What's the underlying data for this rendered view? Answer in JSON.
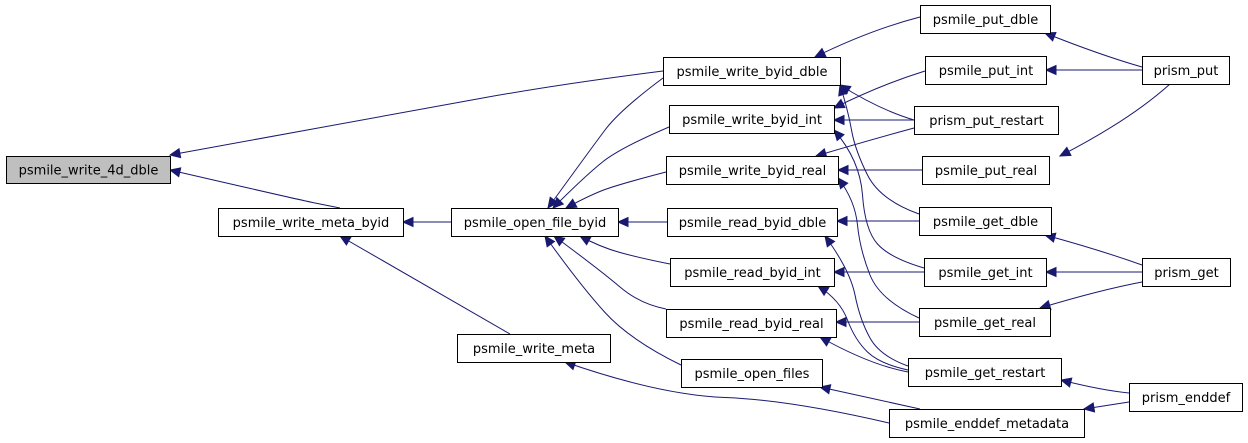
{
  "graph": {
    "edge_color": "#191970",
    "root_fill": "#bfbfbf",
    "nodes": [
      {
        "id": "n0",
        "label": "psmile_write_4d_dble"
      },
      {
        "id": "n1",
        "label": "psmile_write_meta_byid"
      },
      {
        "id": "n2",
        "label": "psmile_open_file_byid"
      },
      {
        "id": "n3",
        "label": "psmile_write_meta"
      },
      {
        "id": "n4",
        "label": "psmile_write_byid_dble"
      },
      {
        "id": "n5",
        "label": "psmile_write_byid_int"
      },
      {
        "id": "n6",
        "label": "psmile_write_byid_real"
      },
      {
        "id": "n7",
        "label": "psmile_read_byid_dble"
      },
      {
        "id": "n8",
        "label": "psmile_read_byid_int"
      },
      {
        "id": "n9",
        "label": "psmile_read_byid_real"
      },
      {
        "id": "n10",
        "label": "psmile_open_files"
      },
      {
        "id": "n11",
        "label": "psmile_put_dble"
      },
      {
        "id": "n12",
        "label": "psmile_put_int"
      },
      {
        "id": "n13",
        "label": "prism_put_restart"
      },
      {
        "id": "n14",
        "label": "psmile_put_real"
      },
      {
        "id": "n15",
        "label": "psmile_get_dble"
      },
      {
        "id": "n16",
        "label": "psmile_get_int"
      },
      {
        "id": "n17",
        "label": "psmile_get_real"
      },
      {
        "id": "n18",
        "label": "psmile_get_restart"
      },
      {
        "id": "n19",
        "label": "psmile_enddef_metadata"
      },
      {
        "id": "n20",
        "label": "prism_put"
      },
      {
        "id": "n21",
        "label": "prism_get"
      },
      {
        "id": "n22",
        "label": "prism_enddef"
      }
    ],
    "edges": [
      {
        "from": "n1",
        "to": "n0"
      },
      {
        "from": "n4",
        "to": "n0"
      },
      {
        "from": "n2",
        "to": "n1"
      },
      {
        "from": "n3",
        "to": "n1"
      },
      {
        "from": "n4",
        "to": "n2"
      },
      {
        "from": "n5",
        "to": "n2"
      },
      {
        "from": "n6",
        "to": "n2"
      },
      {
        "from": "n7",
        "to": "n2"
      },
      {
        "from": "n8",
        "to": "n2"
      },
      {
        "from": "n9",
        "to": "n2"
      },
      {
        "from": "n10",
        "to": "n2"
      },
      {
        "from": "n19",
        "to": "n3"
      },
      {
        "from": "n11",
        "to": "n4"
      },
      {
        "from": "n13",
        "to": "n4"
      },
      {
        "from": "n15",
        "to": "n4"
      },
      {
        "from": "n12",
        "to": "n5"
      },
      {
        "from": "n13",
        "to": "n5"
      },
      {
        "from": "n16",
        "to": "n5"
      },
      {
        "from": "n13",
        "to": "n6"
      },
      {
        "from": "n14",
        "to": "n6"
      },
      {
        "from": "n17",
        "to": "n6"
      },
      {
        "from": "n15",
        "to": "n7"
      },
      {
        "from": "n18",
        "to": "n7"
      },
      {
        "from": "n16",
        "to": "n8"
      },
      {
        "from": "n18",
        "to": "n8"
      },
      {
        "from": "n17",
        "to": "n9"
      },
      {
        "from": "n18",
        "to": "n9"
      },
      {
        "from": "n19",
        "to": "n10"
      },
      {
        "from": "n20",
        "to": "n11"
      },
      {
        "from": "n20",
        "to": "n12"
      },
      {
        "from": "n20",
        "to": "n14"
      },
      {
        "from": "n21",
        "to": "n15"
      },
      {
        "from": "n21",
        "to": "n16"
      },
      {
        "from": "n21",
        "to": "n17"
      },
      {
        "from": "n22",
        "to": "n18"
      },
      {
        "from": "n22",
        "to": "n19"
      }
    ]
  }
}
